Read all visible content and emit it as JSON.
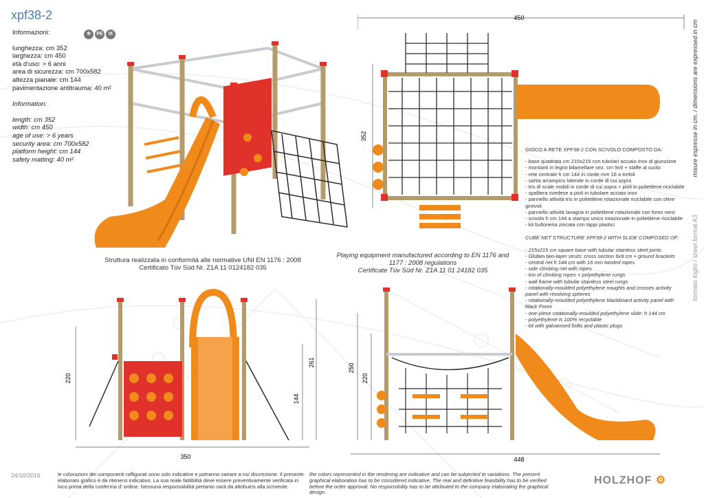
{
  "title": "xpf38-2",
  "badges": [
    "✲",
    "PE",
    "IX"
  ],
  "info_it": {
    "heading": "Informazioni:",
    "lines": [
      "lunghezza: cm 352",
      "larghezza: cm 450",
      "età d'uso: > 6 anni",
      "area di sicurezza: cm 700x582",
      "altezza pianale: cm 144",
      "pavimentazione antitrauma: 40 m²"
    ]
  },
  "info_en": {
    "heading": "Information:",
    "lines": [
      "length: cm 352",
      "width: cm 450",
      "age of use: > 6 years",
      "security area: cm 700x582",
      "platform height: cm 144",
      "safety matting: 40 m²"
    ]
  },
  "cert_it": [
    "Struttura realizzata in conformità alle normative UNI EN 1176 : 2008",
    "Certificato Tüv Süd Nr. Z1A 11 0124182 035"
  ],
  "cert_en": [
    "Playing equipment manufactured according to EN 1176 and",
    "1177 : 2008 regulations",
    "Certificate Tüv Süd Nr. Z1A 11 01 24182 035"
  ],
  "desc_it": {
    "heading": "GIOCO A RETE XPF38-2 CON SCIVOLO COMPOSTO DA:",
    "items": [
      "- base quadrata cm 215x215 con tubolari acciaio inox di giunzione",
      "- montanti in legno bilamellare sez. cm 9x9 + staffe al suolo",
      "- rete centrale h cm 144 in corde mm 16 a trefoli",
      "- sartia arrampico laterale in corde di cui sopra",
      "- tris di scale mobili in corde di cui sopra + pioli in polietilene riciclabile",
      "- spalliera svedese a pioli in tubolare acciaio inox",
      "- pannello attività tris in polietilene rotazionale riciclabile con sfere girevoli",
      "- pannello attività lavagna in polietilene rotazionale con forex nero",
      "- scivolo h cm 144 a stampo unico rotazionale in polietilene riciclabile",
      "- kit bulloneria zincata con tappi plastici"
    ]
  },
  "desc_en": {
    "heading": "CUBE NET STRUCTURE XPF38-2 WITH SLIDE COMPOSED OF:",
    "items": [
      "- 215x215 cm square base with tubular stainless steel joints",
      "- Glulam two-layer struts: cross section 9x9 cm + ground brackets",
      "- central net h 144 cm with 16 mm twisted ropes",
      "- side climbing net with ropes",
      "- trio of climbing ropes + polyethylene rungs",
      "- wall frame with tubular stainless steel rungs",
      "- rotationally-moulded polyethylene noughts and crosses activity panel with revolving spheres",
      "- rotationally-moulded polyethylene blackboard activity panel with black Forex",
      "- one-piece rotationally-moulded polyethylene slide: h 144 cm",
      "- polyethylene is 100% recyclable",
      "- kit with galvanised bolts and plastic plugs"
    ]
  },
  "vertical_1": "misure espresse in cm. / dimensions are expressed in cm",
  "vertical_2": "formato foglio / sheet format A3",
  "dims": {
    "top_width": "450",
    "top_depth": "352",
    "front_h_left": "220",
    "front_h_261": "261",
    "front_h_144": "144",
    "front_w": "350",
    "side_h_250": "250",
    "side_h_220": "220",
    "side_w": "448"
  },
  "footer_date": "24/10/2016",
  "footer_it": "le colorazioni dei componenti raffigurati sono solo indicative e potranno variare a ns/ discrezione. Il presente elaborato grafico è da ritenersi indicativo. La sua reale fattibilità deve essere preventivamente verificata in loco prima della conferma d' ordine. Nessuna responsabilità pertanto sarà da attribuirsi alla scrivente.",
  "footer_en": "the colors represented in the rendering are indicative and can be subjected to variations. The present graphical elaboration has to be considered indicative. The real and definitive feasibility has to be verified before the order approval. No responsibility has to be attributed to the company elaborating the graphical design.",
  "logo": "HOLZHOF",
  "colors": {
    "accent": "#4a7fb5",
    "orange": "#f08a1a",
    "red": "#e0312b",
    "wood": "#b59a6a",
    "steel": "#c8ccd0",
    "rope": "#2b2b2b"
  }
}
